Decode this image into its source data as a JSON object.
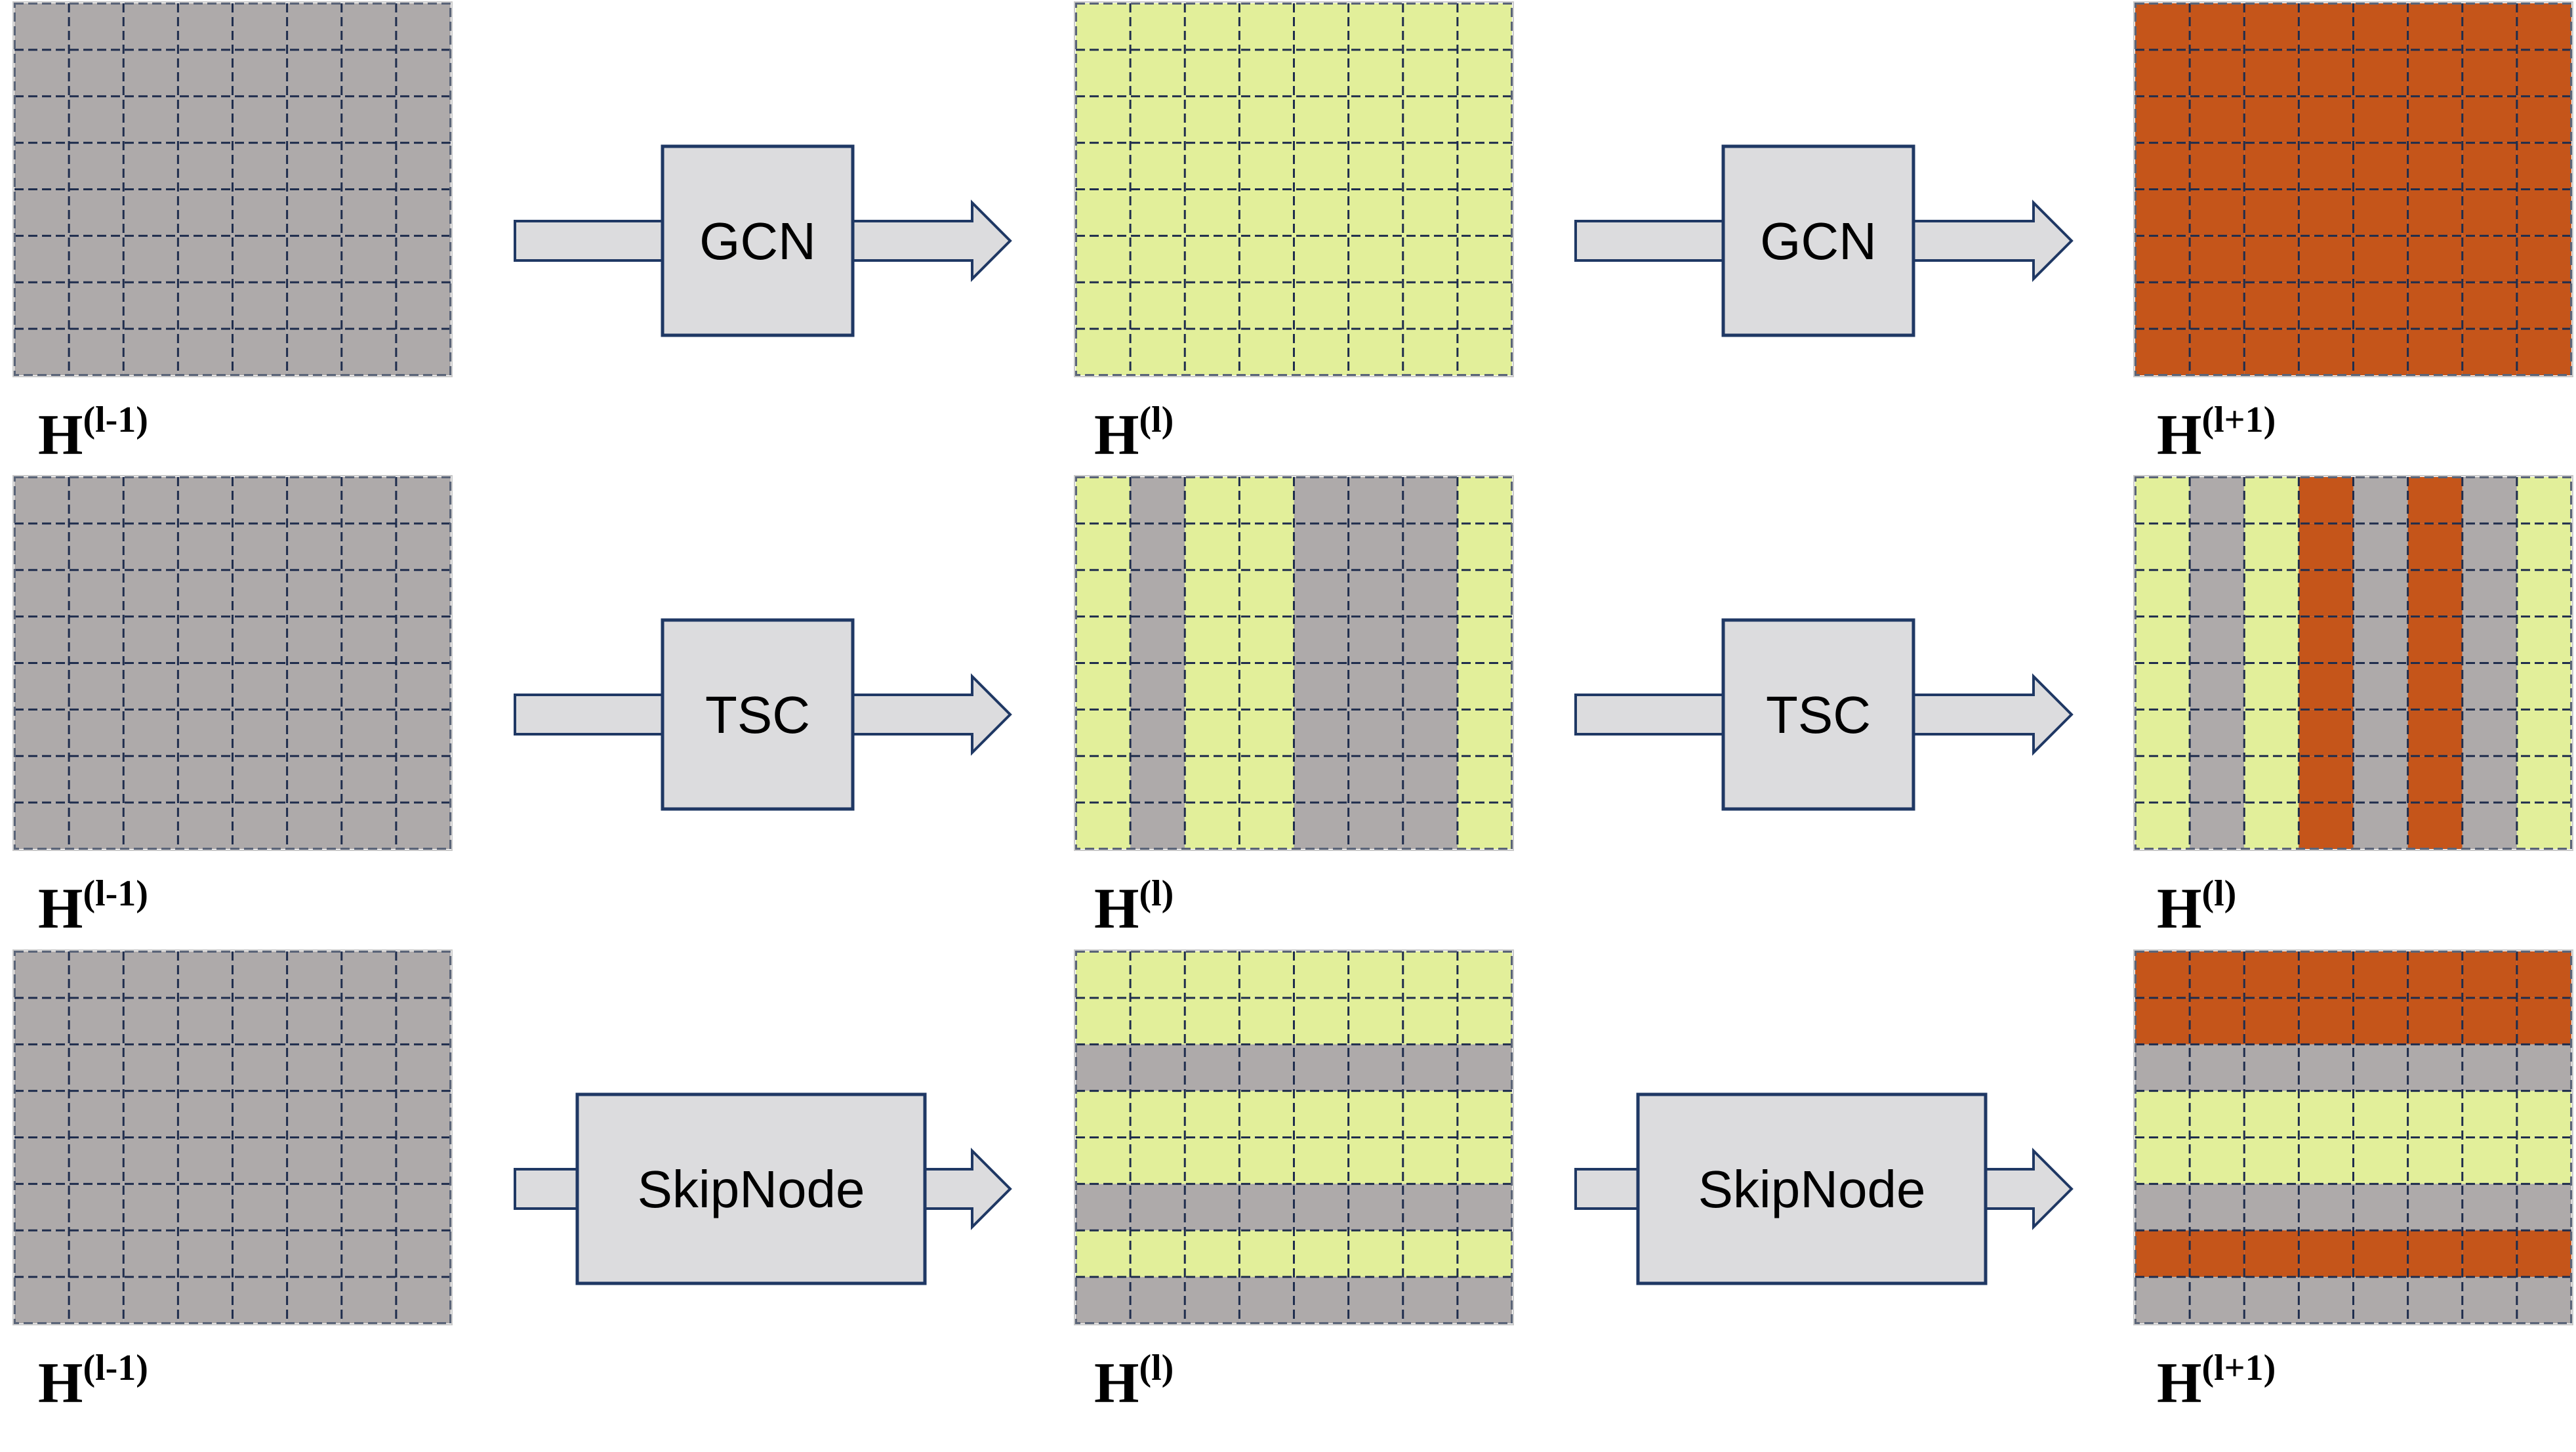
{
  "colors": {
    "gray": "#aeaaaa",
    "green": "#e2ef9a",
    "orange": "#c5551a",
    "grid_line": "#1f2d4d",
    "block_fill": "#dcdcde",
    "block_stroke": "#1f3864",
    "text": "#000000"
  },
  "legend_symbols": {
    "H": "H"
  },
  "rows": [
    {
      "name": "gcn",
      "op1": "GCN",
      "op2": "GCN",
      "input_label": {
        "base": "H",
        "sup": "(l-1)"
      },
      "mid_label": {
        "base": "H",
        "sup": "(l)"
      },
      "out_label": {
        "base": "H",
        "sup": "(l+1)"
      },
      "input_pattern": "all-gray",
      "mid_pattern": {
        "mode": "all",
        "value": "green"
      },
      "out_pattern": {
        "mode": "all",
        "value": "orange"
      }
    },
    {
      "name": "tsc",
      "op1": "TSC",
      "op2": "TSC",
      "input_label": {
        "base": "H",
        "sup": "(l-1)"
      },
      "mid_label": {
        "base": "H",
        "sup": "(l)"
      },
      "out_label": {
        "base": "H",
        "sup": "(l)"
      },
      "input_pattern": "all-gray",
      "mid_pattern": {
        "mode": "columns",
        "value": [
          "green",
          "gray",
          "green",
          "green",
          "gray",
          "gray",
          "gray",
          "green"
        ]
      },
      "out_pattern": {
        "mode": "columns",
        "value": [
          "green",
          "gray",
          "green",
          "orange",
          "gray",
          "orange",
          "gray",
          "green"
        ]
      }
    },
    {
      "name": "skipnode",
      "op1": "SkipNode",
      "op2": "SkipNode",
      "input_label": {
        "base": "H",
        "sup": "(l-1)"
      },
      "mid_label": {
        "base": "H",
        "sup": "(l)"
      },
      "out_label": {
        "base": "H",
        "sup": "(l+1)"
      },
      "input_pattern": "all-gray",
      "mid_pattern": {
        "mode": "rows",
        "value": [
          "green",
          "green",
          "gray",
          "green",
          "green",
          "gray",
          "green",
          "gray"
        ]
      },
      "out_pattern": {
        "mode": "rows",
        "value": [
          "orange",
          "orange",
          "gray",
          "green",
          "green",
          "gray",
          "orange",
          "gray"
        ]
      }
    }
  ]
}
